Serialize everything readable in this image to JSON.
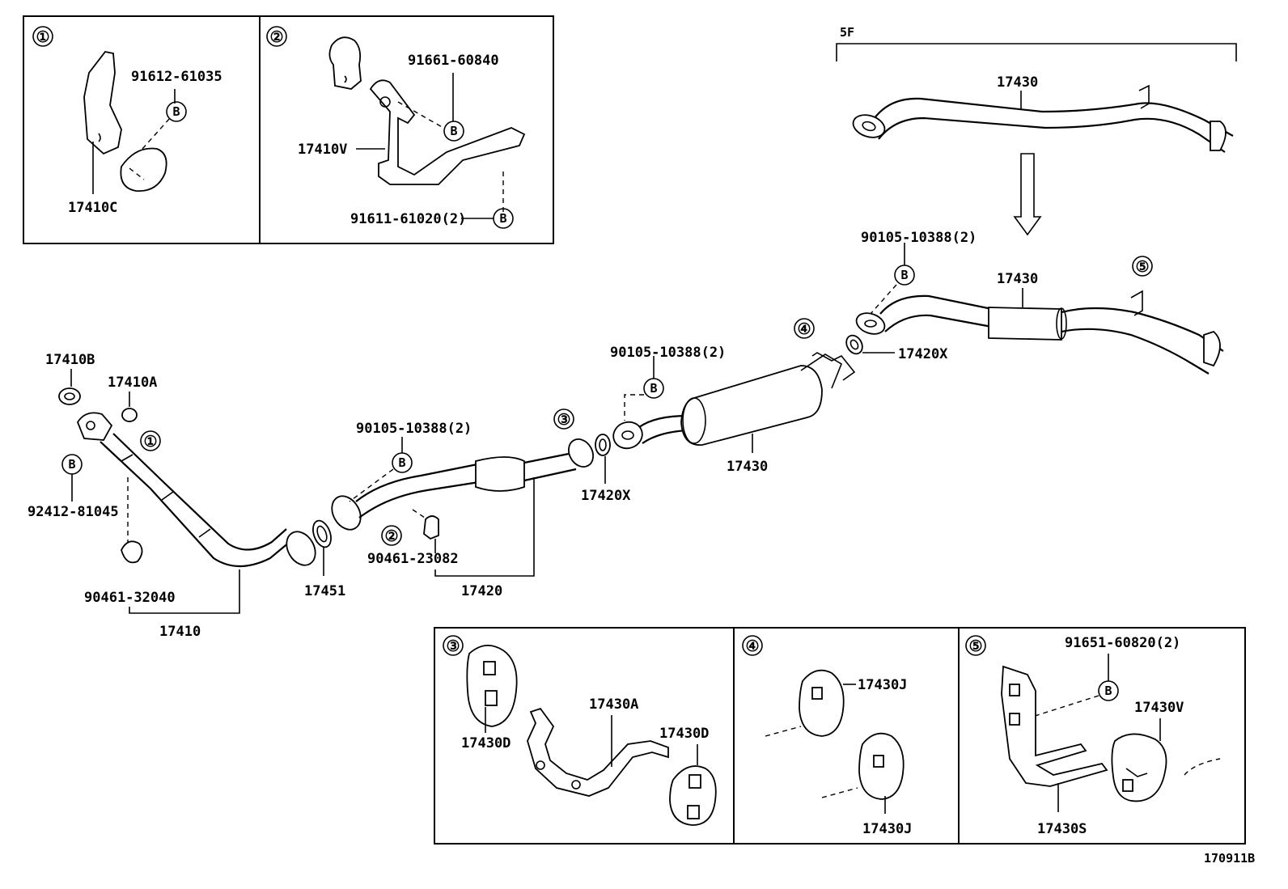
{
  "callouts": {
    "c1": "①",
    "c2": "②",
    "c3": "③",
    "c4": "④",
    "c5": "⑤",
    "bolt": "B"
  },
  "inset1": {
    "bolt": "91612-61035",
    "bracket": "17410C"
  },
  "inset2": {
    "bolt_top": "91661-60840",
    "bracket": "17410V",
    "bolt_bottom": "91611-61020(2)"
  },
  "inset3": {
    "hanger_left": "17430D",
    "bracket": "17430A",
    "hanger_right": "17430D"
  },
  "inset4": {
    "hanger_top": "17430J",
    "hanger_bottom": "17430J"
  },
  "inset5": {
    "bolt": "91651-60820(2)",
    "hanger": "17430V",
    "bracket": "17430S"
  },
  "variant": {
    "label": "5F",
    "pipe": "17430"
  },
  "main": {
    "gasket_b": "17410B",
    "nut_a": "17410A",
    "bolt_front": "92412-81045",
    "clamp_front": "90461-32040",
    "front_pipe": "17410",
    "gasket_451": "17451",
    "bolt_center": "90105-10388(2)",
    "clamp_center": "90461-23082",
    "center_pipe": "17420",
    "gasket_mid": "17420X",
    "bolt_muffler": "90105-10388(2)",
    "muffler": "17430",
    "bolt_tail": "90105-10388(2)",
    "tail_pipe": "17430",
    "gasket_tail": "17420X"
  },
  "diagram_id": "170911B"
}
